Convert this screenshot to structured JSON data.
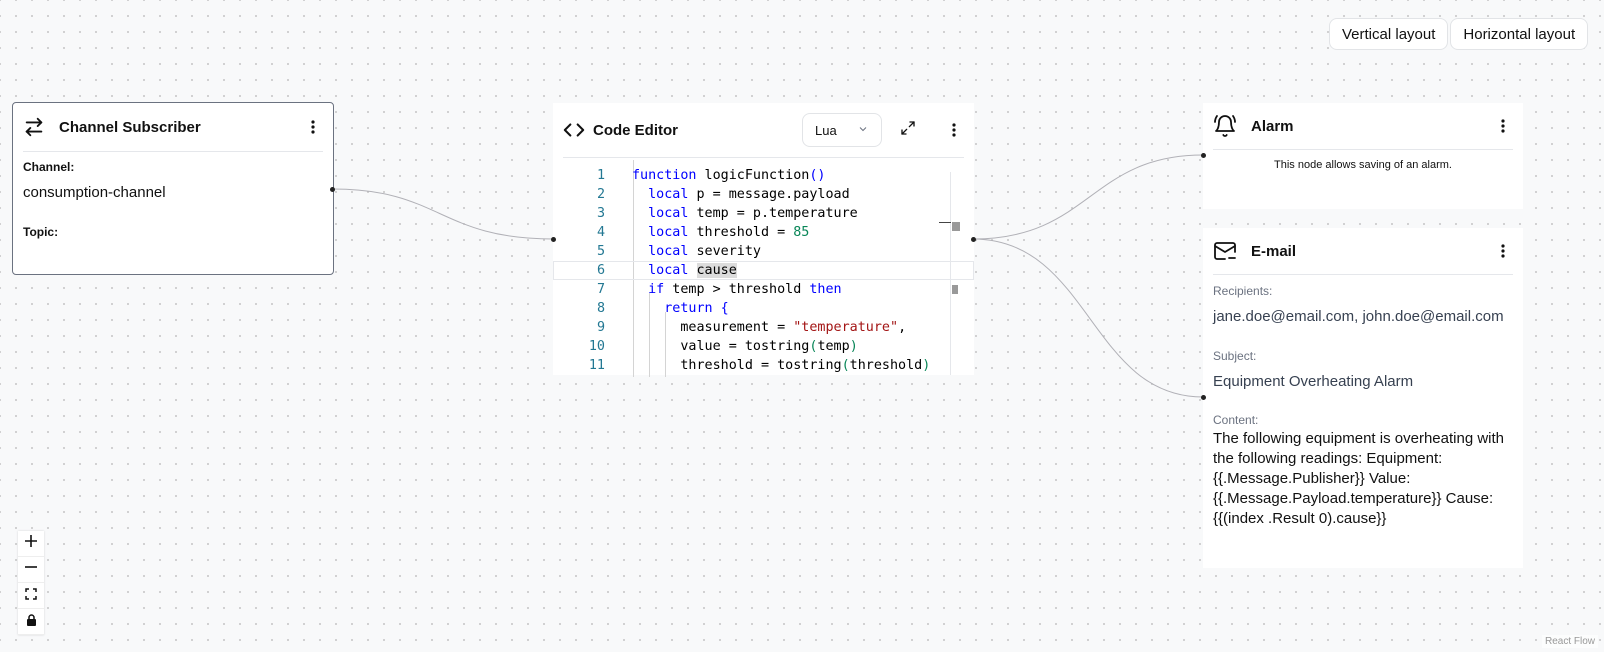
{
  "toolbar": {
    "vertical_label": "Vertical layout",
    "horizontal_label": "Horizontal layout"
  },
  "nodes": {
    "subscriber": {
      "title": "Channel Subscriber",
      "icon": "arrows-exchange-icon",
      "channel_label": "Channel:",
      "channel_value": "consumption-channel",
      "topic_label": "Topic:",
      "topic_value": ""
    },
    "code_editor": {
      "title": "Code Editor",
      "icon": "code-icon",
      "language": "Lua",
      "line_numbers": [
        "1",
        "2",
        "3",
        "4",
        "5",
        "6",
        "7",
        "8",
        "9",
        "10",
        "11"
      ]
    },
    "alarm": {
      "title": "Alarm",
      "icon": "bell-icon",
      "description": "This node allows saving of an alarm."
    },
    "email": {
      "title": "E-mail",
      "icon": "mail-icon",
      "recipients_label": "Recipients:",
      "recipients_value": "jane.doe@email.com, john.doe@email.com",
      "subject_label": "Subject:",
      "subject_value": "Equipment Overheating Alarm",
      "content_label": "Content:",
      "content_value": "The following equipment is overheating with the following readings: Equipment: {{.Message.Publisher}} Value: {{.Message.Payload.temperature}} Cause: {{(index .Result 0).cause}}"
    }
  },
  "attribution": "React Flow",
  "colors": {
    "keyword": "#0000ff",
    "number": "#098658",
    "string": "#a31515",
    "line_number": "#237893"
  }
}
